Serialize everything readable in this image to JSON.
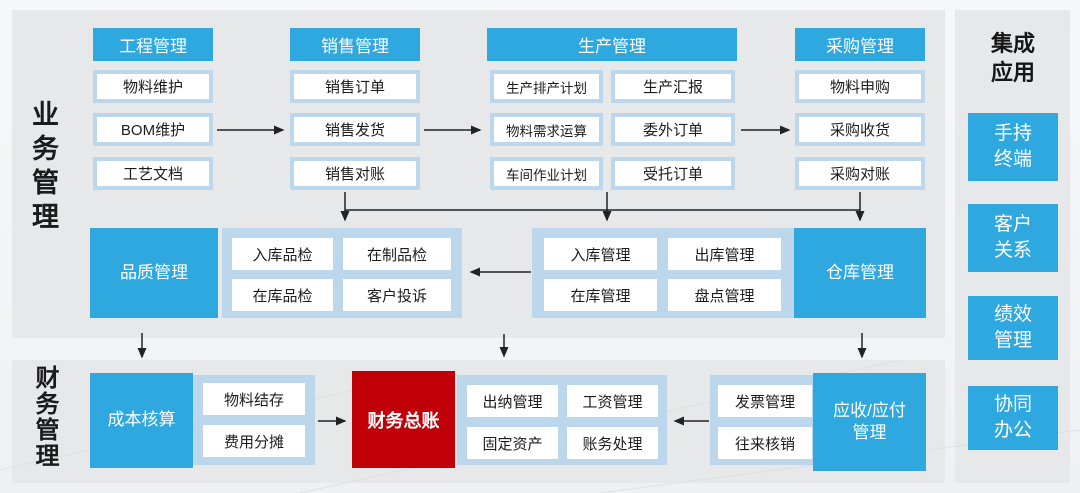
{
  "sections": {
    "business": "业务管理",
    "finance": "财务管理"
  },
  "top_columns": {
    "engineering": {
      "title": "工程管理",
      "items": [
        "物料维护",
        "BOM维护",
        "工艺文档"
      ]
    },
    "sales": {
      "title": "销售管理",
      "items": [
        "销售订单",
        "销售发货",
        "销售对账"
      ]
    },
    "production": {
      "title": "生产管理",
      "items_left": [
        "生产排产计划",
        "物料需求运算",
        "车间作业计划"
      ],
      "items_right": [
        "生产汇报",
        "委外订单",
        "受托订单"
      ]
    },
    "procurement": {
      "title": "采购管理",
      "items": [
        "物料申购",
        "采购收货",
        "采购对账"
      ]
    }
  },
  "middle_row": {
    "quality": {
      "title": "品质管理",
      "items": [
        "入库品检",
        "在制品检",
        "在库品检",
        "客户投诉"
      ]
    },
    "warehouse": {
      "title": "仓库管理",
      "items": [
        "入库管理",
        "出库管理",
        "在库管理",
        "盘点管理"
      ]
    }
  },
  "finance_row": {
    "cost": {
      "title": "成本核算",
      "items": [
        "物料结存",
        "费用分摊"
      ]
    },
    "general_ledger": {
      "title": "财务总账"
    },
    "accounting": {
      "items": [
        "出纳管理",
        "工资管理",
        "固定资产",
        "账务处理"
      ]
    },
    "receivable_payable": {
      "title": "应收/应付管理",
      "items": [
        "发票管理",
        "往来核销"
      ]
    }
  },
  "sidebar": {
    "title": "集成应用",
    "items": [
      "手持终端",
      "客户关系",
      "绩效管理",
      "协同办公"
    ]
  },
  "colors": {
    "accent_blue": "#2FA8E0",
    "light_blue": "#BCD6EC",
    "accent_red": "#C00008",
    "panel_gray": "#E7E8E9"
  }
}
